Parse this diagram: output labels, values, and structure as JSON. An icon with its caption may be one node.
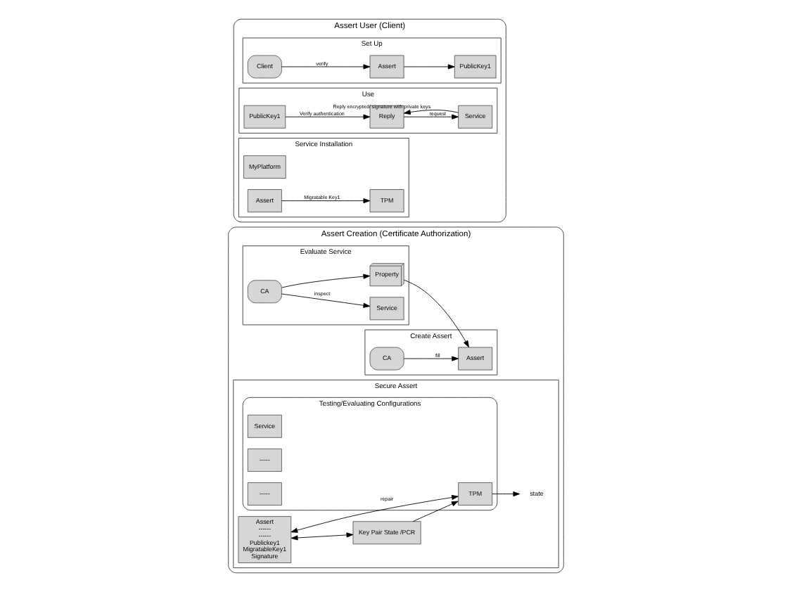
{
  "diagram": {
    "nodes": [
      {
        "text": [
          "Assert Creation (Certificate Authorization)"
        ]
      },
      {
        "text": [
          "Evaluate Service"
        ],
        "in": 0
      },
      {
        "text": [
          "Service"
        ],
        "in": 1
      },
      {
        "text": [
          "CA"
        ],
        "in": 1
      },
      {
        "text": [
          "Property"
        ],
        "in": 1
      },
      {
        "text": [
          "Create Assert"
        ],
        "in": 0
      },
      {
        "text": [
          "Assert"
        ],
        "in": 5
      },
      {
        "text": [
          "CA"
        ],
        "in": 5
      },
      {
        "text": [
          "Secure Assert"
        ],
        "in": 0
      },
      {
        "text": [
          "Assert",
          "------",
          "------",
          "Publickey1",
          "MigratableKey1",
          "Signature"
        ],
        "in": 8
      },
      {
        "text": [
          "Key Pair State /PCR"
        ],
        "in": 8
      },
      {
        "text": [
          "Testing/Evaluating Configurations"
        ],
        "in": 8
      },
      {
        "text": [
          "Service"
        ],
        "in": 11
      },
      {
        "text": [
          "-----"
        ],
        "in": 11
      },
      {
        "text": [
          "-----"
        ],
        "in": 11
      },
      {
        "text": [
          "TPM"
        ],
        "in": 11
      },
      {
        "text": [
          "state"
        ],
        "in": 8
      },
      {
        "text": [
          "Assert User (Client)"
        ]
      },
      {
        "text": [
          "Set Up"
        ],
        "in": 17
      },
      {
        "text": [
          "PublicKey1"
        ],
        "in": 18
      },
      {
        "text": [
          "Assert"
        ],
        "in": 18
      },
      {
        "text": [
          "Client"
        ],
        "in": 18
      },
      {
        "text": [
          "Use"
        ],
        "in": 17
      },
      {
        "text": [
          "Reply"
        ],
        "in": 22
      },
      {
        "text": [
          "Service"
        ],
        "in": 22
      },
      {
        "text": [
          "PublicKey1"
        ],
        "in": 22
      },
      {
        "text": [
          "Service Installation"
        ],
        "in": 17
      },
      {
        "text": [
          "MyPlatform"
        ],
        "in": 26
      },
      {
        "text": [
          "TPM"
        ],
        "in": 26
      },
      {
        "text": [
          "Assert"
        ],
        "in": 26
      }
    ],
    "edges": [
      {
        "from": 3,
        "to": 2,
        "arrow": "to",
        "label": "inspect"
      },
      {
        "from": 3,
        "to": 4,
        "arrow": "to"
      },
      {
        "from": 4,
        "to": 6,
        "arrow": "to"
      },
      {
        "from": 7,
        "to": 6,
        "arrow": "to",
        "label": "fill"
      },
      {
        "from": 9,
        "to": 15,
        "arrow": "both",
        "label": "repair"
      },
      {
        "from": 9,
        "to": 10,
        "arrow": "both"
      },
      {
        "from": 10,
        "to": 15,
        "arrow": "to"
      },
      {
        "from": 15,
        "to": 16,
        "arrow": "to"
      },
      {
        "from": 20,
        "to": 19,
        "arrow": "to"
      },
      {
        "from": 21,
        "to": 20,
        "arrow": "to",
        "label": "verify"
      },
      {
        "from": 23,
        "to": 24,
        "arrow": "to",
        "label": "request"
      },
      {
        "from": 24,
        "to": 23,
        "arrow": "to",
        "label": "Reply encrypted/ signature with private keys"
      },
      {
        "from": 25,
        "to": 23,
        "arrow": "to",
        "label": "Verify authentication"
      },
      {
        "from": 29,
        "to": 28,
        "arrow": "to",
        "label": "Migratable Key1"
      }
    ]
  }
}
